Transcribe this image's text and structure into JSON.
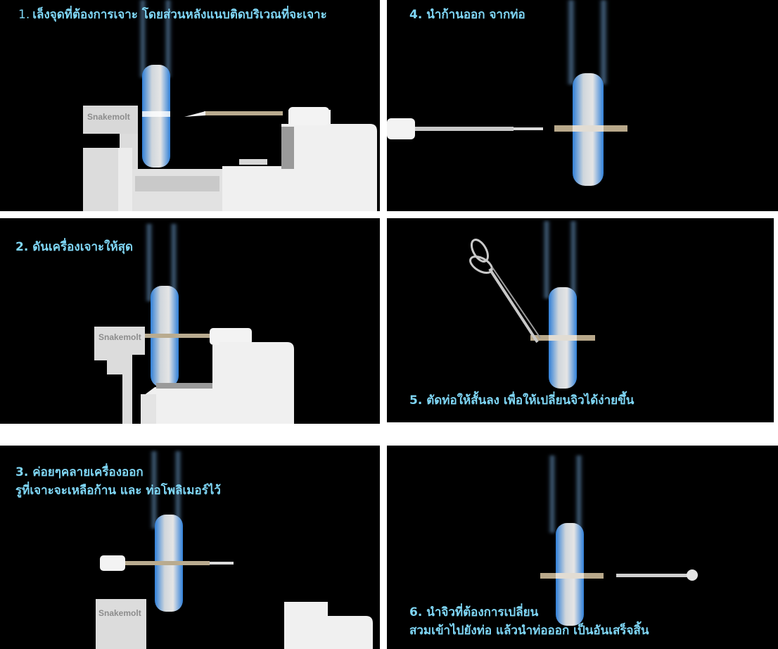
{
  "steps": [
    {
      "number": "1.",
      "text": "เล็งจุดที่ต้องการเจาะ โดยส่วนหลังแนบติดบริเวณที่จะเจาะ"
    },
    {
      "text": "2. ดันเครื่องเจาะให้สุด"
    },
    {
      "line1": "3. ค่อยๆคลายเครื่องออก",
      "line2": "รูที่เจาะจะเหลือก้าน และ ท่อโพลิเมอร์ไว้"
    },
    {
      "text": "4. นำก้านออก จากท่อ"
    },
    {
      "text": "5. ตัดท่อให้สั้นลง เพื่อให้เปลี่ยนจิวได้ง่ายขึ้น"
    },
    {
      "line1": "6. นำจิวที่ต้องการเปลี่ยน",
      "line2": "สวมเข้าไปยังท่อ แล้วนำท่อออก เป็นอันเสร็จสิ้น"
    }
  ],
  "brand_label": "Snakemolt",
  "colors": {
    "caption": "#7fd6f5",
    "background": "#000000",
    "device": "#e8e8e8",
    "ear_glow": "#3b8fe0"
  }
}
